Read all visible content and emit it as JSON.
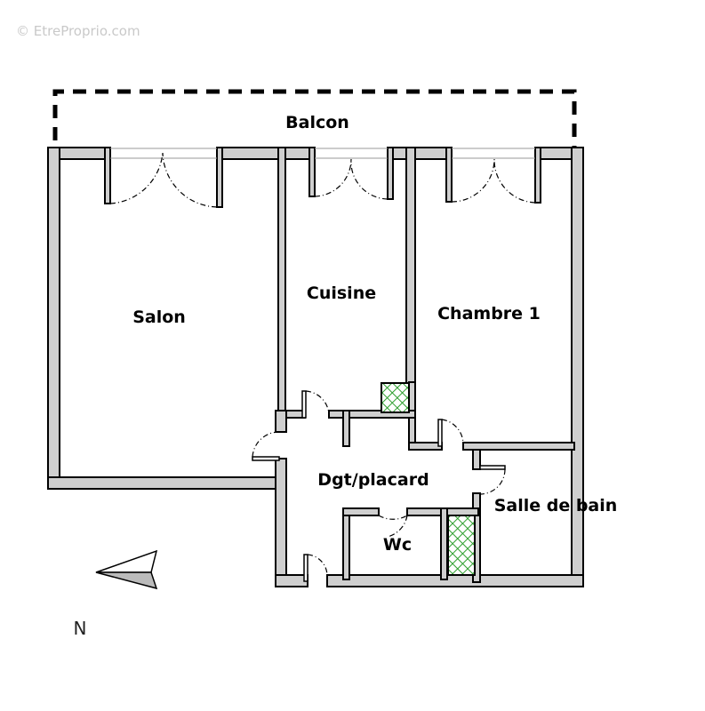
{
  "watermark": "© EtreProprio.com",
  "rooms": {
    "balcon": "Balcon",
    "salon": "Salon",
    "cuisine": "Cuisine",
    "chambre": "Chambre 1",
    "dgt": "Dgt/placard",
    "salle_de_bain": "Salle de bain",
    "wc": "Wc"
  },
  "compass": {
    "north_label": "N"
  },
  "colors": {
    "wall_fill": "#cfcfcf",
    "hatch": "#2e9e2e"
  }
}
